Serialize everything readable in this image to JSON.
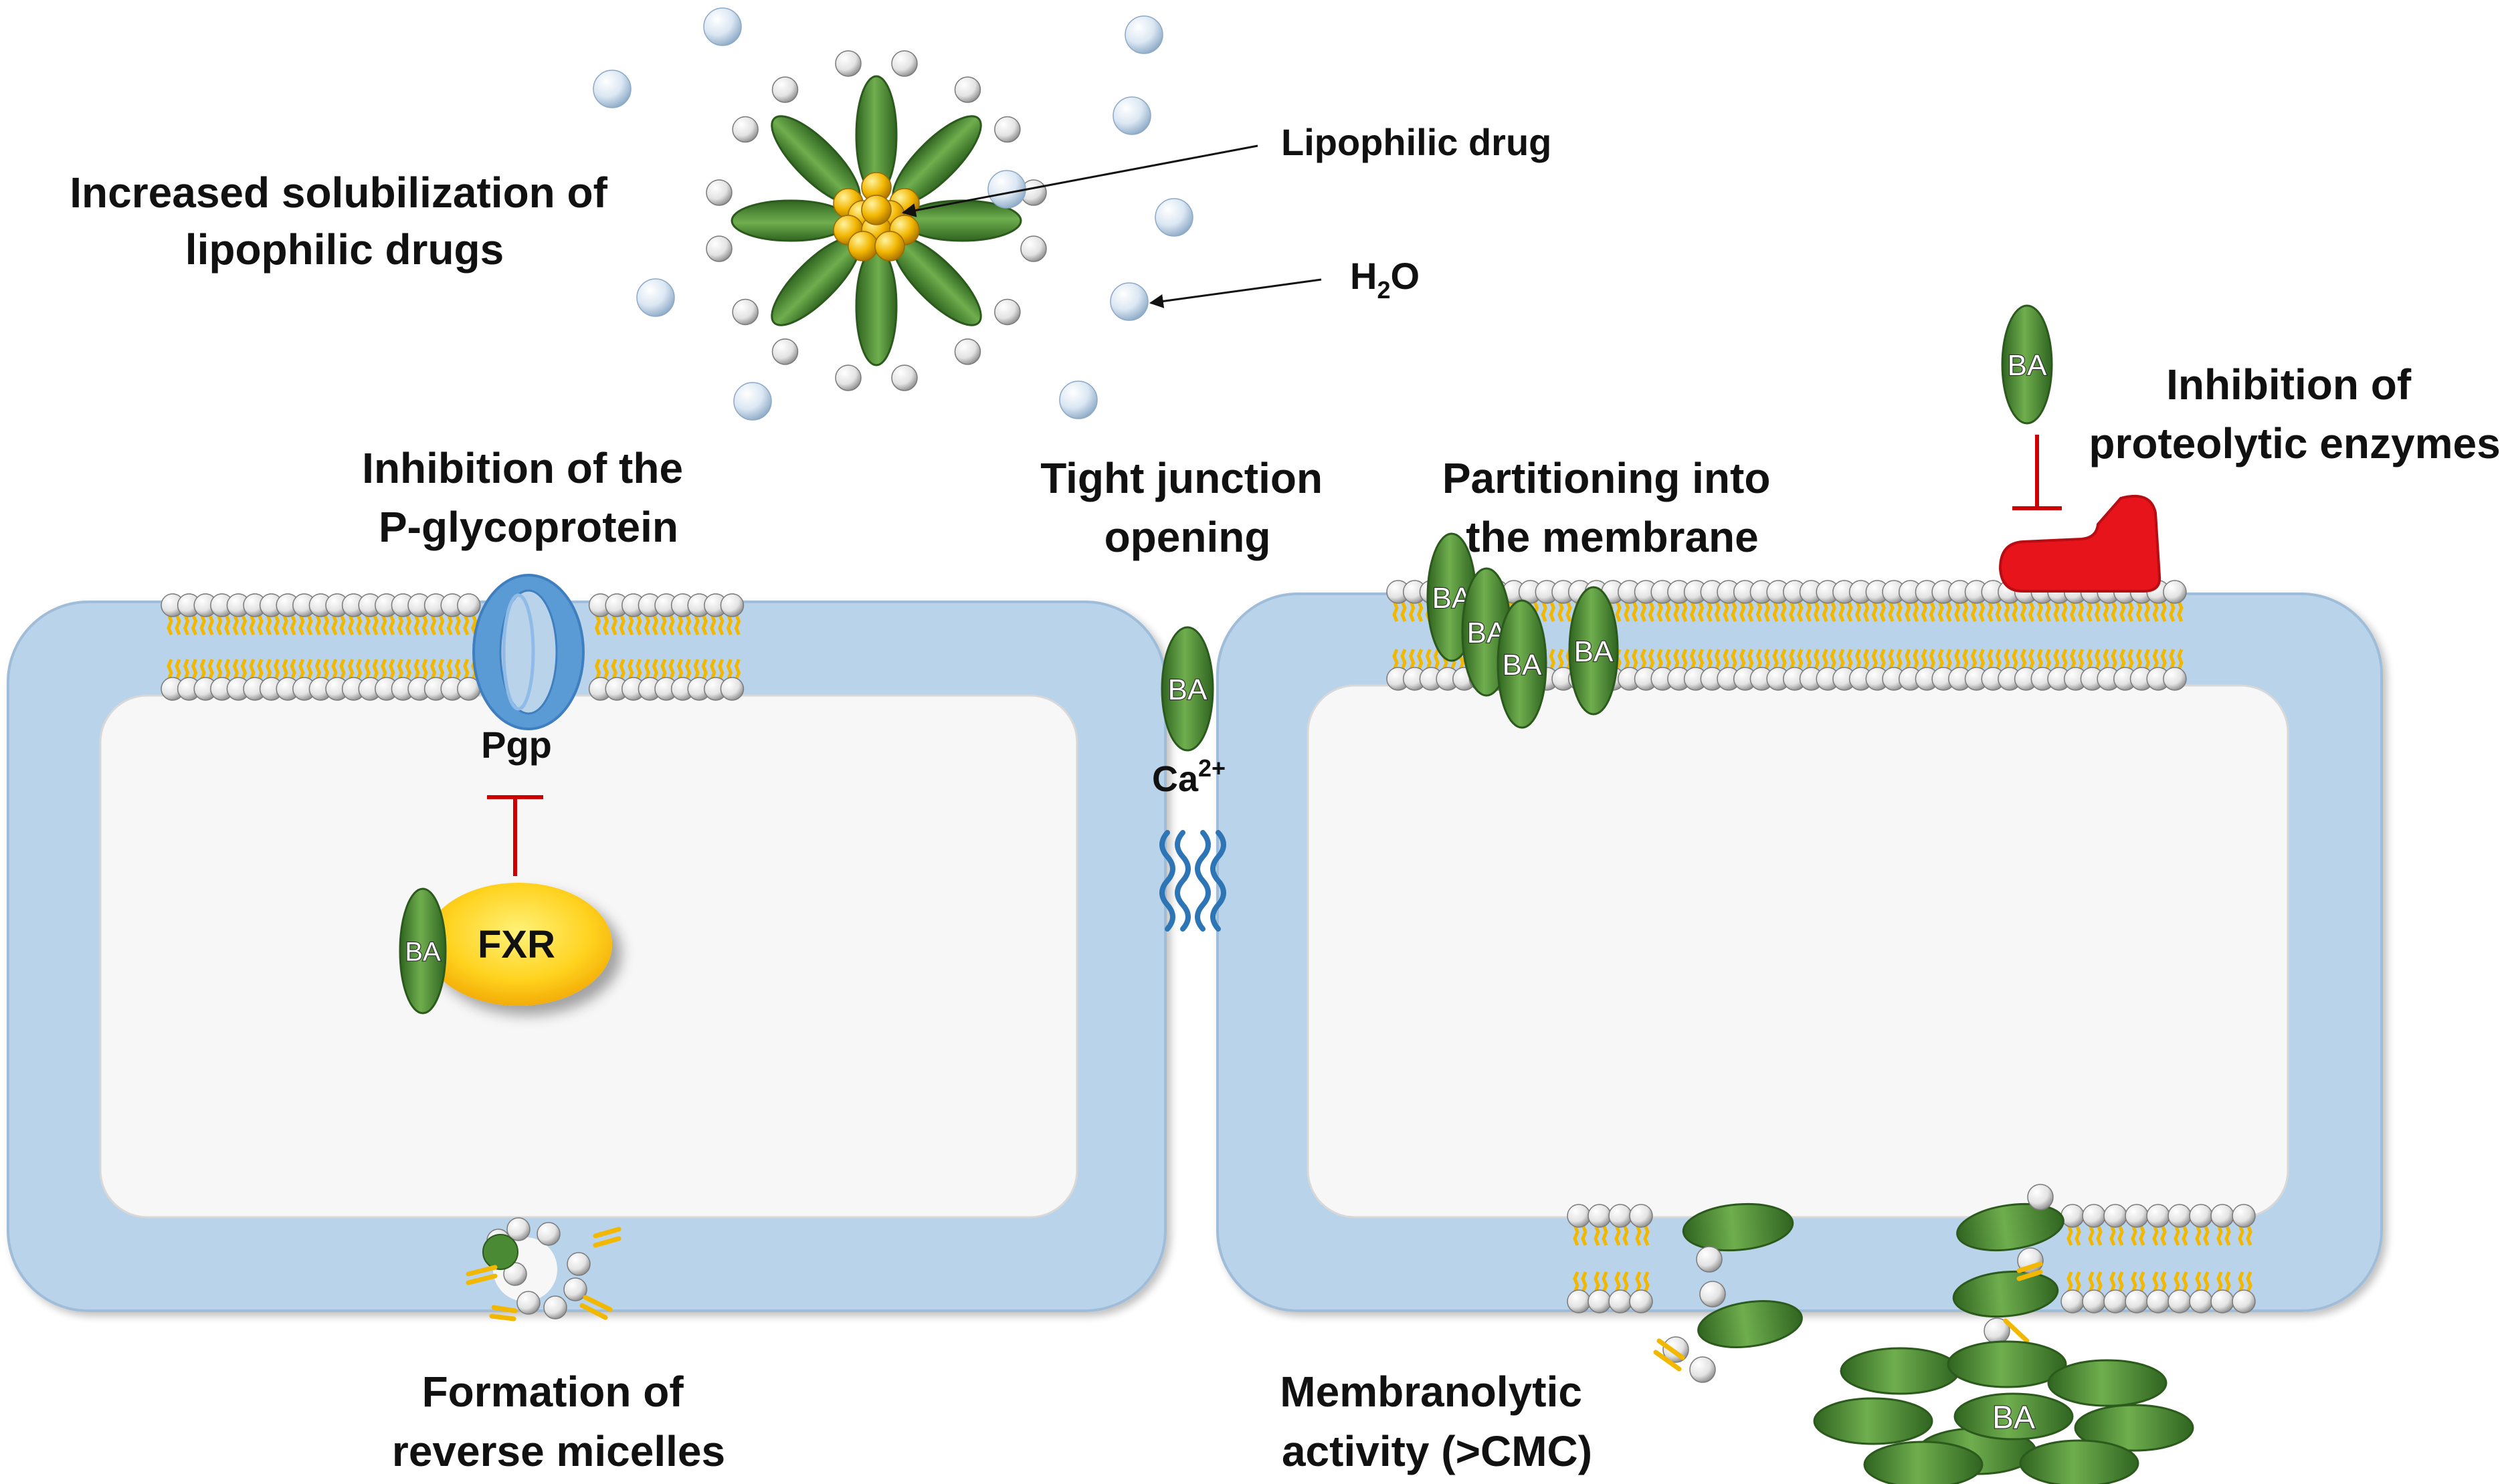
{
  "labels": {
    "solubilization_line1": "Increased solubilization of",
    "solubilization_line2": "lipophilic drugs",
    "lipophilic_drug": "Lipophilic drug",
    "water_h": "H",
    "water_sub": "2",
    "water_o": "O",
    "pgp_title_line1": "Inhibition of the",
    "pgp_title_line2": "P-glycoprotein",
    "pgp": "Pgp",
    "fxr": "FXR",
    "tight_line1": "Tight junction",
    "tight_line2": "opening",
    "calcium": "Ca",
    "calcium_charge": "2+",
    "partition_line1": "Partitioning into",
    "partition_line2": "the membrane",
    "proteolytic_line1": "Inhibition of",
    "proteolytic_line2": "proteolytic enzymes",
    "reverse_line1": "Formation of",
    "reverse_line2": "reverse micelles",
    "membranolytic_line1": "Membranolytic",
    "membranolytic_line2": "activity (>CMC)",
    "ba": "BA"
  },
  "colors": {
    "cell_fill": "#b9d3ea",
    "cytoplasm": "#f7f7f7",
    "bile_acid": "#4a8a34",
    "drug": "#e6a800",
    "water": "#c6d8ea",
    "pgp": "#5b9bd5",
    "fxr": "#ffd21f",
    "enzyme": "#e8141b",
    "inhibition": "#cc0000",
    "lipid_tail": "#f2b800",
    "tight_junction": "#2e75b6"
  }
}
